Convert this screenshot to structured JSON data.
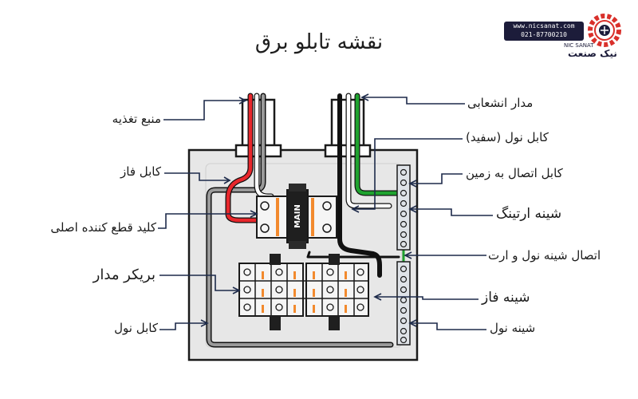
{
  "title": "نقشه تابلو برق",
  "logo": {
    "website": "www.nicsanat.com",
    "phone": "021-87700210",
    "brand_en": "NIC SANAT",
    "brand_fa": "نیک صنعت",
    "colors": {
      "gear": "#d9302b",
      "center": "#1c1c3a"
    }
  },
  "labels": {
    "power_source": "منبع تغذیه",
    "phase_cable": "کابل فاز",
    "main_breaker": "کلید قطع کننده اصلی",
    "circuit_breaker": "بریکر مدار",
    "neutral_cable": "کابل نول",
    "branch_circuit": "مدار انشعابی",
    "neutral_cable_white": "کابل نول (سفید)",
    "ground_cable": "کابل اتصال به زمین",
    "ground_bus": "شینه ارتینگ",
    "neutral_ground_link": "اتصال شینه نول و ارت",
    "phase_bus": "شینه فاز",
    "neutral_bus": "شینه نول"
  },
  "main_breaker_text": "MAIN",
  "colors": {
    "phase": "#e8272c",
    "ground": "#1fa32f",
    "neutral": "#ffffff",
    "black": "#111111",
    "panel": "#e7e7e7",
    "breaker": "#f5f5f5",
    "accent": "#f28a2e",
    "leader": "#1d2a4a"
  }
}
